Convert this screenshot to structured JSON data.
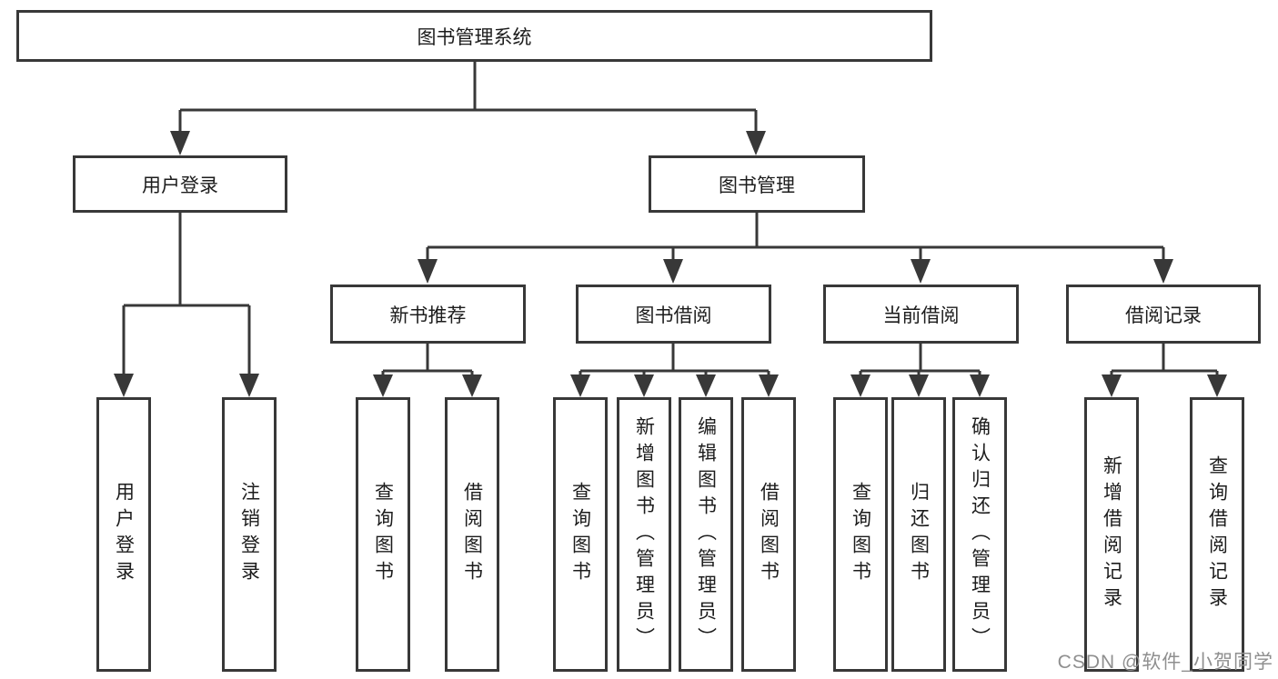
{
  "diagram": {
    "type": "hierarchy-tree",
    "colors": {
      "line": "#383838",
      "node_border": "#383838",
      "node_background": "#ffffff",
      "text": "#1c1c1c",
      "watermark": "#8f8f8f",
      "background": "#ffffff"
    },
    "root": {
      "label": "图书管理系统"
    },
    "level2": [
      {
        "label": "用户登录",
        "children": [
          {
            "label": "用户登录"
          },
          {
            "label": "注销登录"
          }
        ]
      },
      {
        "label": "图书管理",
        "children": [
          {
            "label": "新书推荐",
            "children": [
              {
                "label": "查询图书"
              },
              {
                "label": "借阅图书"
              }
            ]
          },
          {
            "label": "图书借阅",
            "children": [
              {
                "label": "查询图书"
              },
              {
                "label": "新增图书（管理员）"
              },
              {
                "label": "编辑图书（管理员）"
              },
              {
                "label": "借阅图书"
              }
            ]
          },
          {
            "label": "当前借阅",
            "children": [
              {
                "label": "查询图书"
              },
              {
                "label": "归还图书"
              },
              {
                "label": "确认归还（管理员）"
              }
            ]
          },
          {
            "label": "借阅记录",
            "children": [
              {
                "label": "新增借阅记录"
              },
              {
                "label": "查询借阅记录"
              }
            ]
          }
        ]
      }
    ],
    "watermark": "CSDN @软件_小贺同学"
  }
}
